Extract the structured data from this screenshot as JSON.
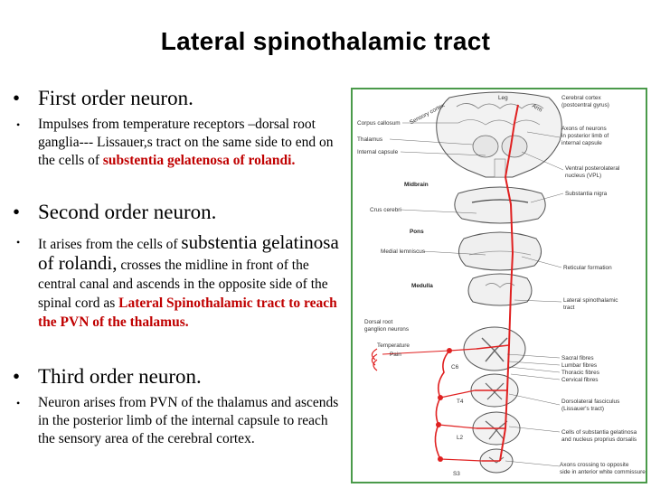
{
  "title": "Lateral spinothalamic tract",
  "sections": [
    {
      "heading": "First order neuron.",
      "body": {
        "text": "Impulses from temperature receptors –dorsal root ganglia--- Lissauer,s tract on the same side to end on the cells of ",
        "highlight": "substentia gelatenosa of rolandi."
      }
    },
    {
      "heading": "Second order neuron.",
      "body": {
        "prefix": "It arises from the cells of ",
        "emph1": "substentia gelatinosa of rolandi,",
        "middle": " crosses the midline in front of the central canal and ascends in the opposite side of the spinal cord as ",
        "highlight": "Lateral Spinothalamic tract to reach the PVN of the thalamus."
      }
    },
    {
      "heading": "Third order neuron.",
      "body": {
        "text": "Neuron arises from PVN of the thalamus and ascends in the posterior limb of the internal capsule to reach the sensory area of the cerebral cortex."
      }
    }
  ],
  "figure": {
    "labels": {
      "leg": "Leg",
      "cerebral_cortex": "Cerebral cortex",
      "postcentral": "(postcentral gyrus)",
      "sensory_cortex": "Sensory cortex",
      "arm": "Arm",
      "corpus_callosum": "Corpus callosum",
      "thalamus": "Thalamus",
      "internal_capsule": "Internal capsule",
      "axons_of_neurons": "Axons of neurons",
      "in_posterior_limb": "in posterior limb of",
      "internal_capsule2": "internal capsule",
      "ventral_posterolateral": "Ventral posterolateral",
      "nucleus_vpl": "nucleus (VPL)",
      "midbrain": "Midbrain",
      "substantia_nigra": "Substantia nigra",
      "crus_cerebri": "Crus cerebri",
      "pons": "Pons",
      "medial_lemniscus": "Medial lemniscus",
      "reticular_formation": "Reticular formation",
      "medulla": "Medulla",
      "lateral_spinothalamic": "Lateral spinothalamic",
      "tract": "tract",
      "dorsal_root": "Dorsal root",
      "ganglion_neurons": "ganglion neurons",
      "temperature": "Temperature",
      "pain": "Pain",
      "sacral_fibres": "Sacral fibres",
      "lumbar_fibres": "Lumbar fibres",
      "thoracic_fibres": "Thoracic fibres",
      "cervical_fibres": "Cervical fibres",
      "c6": "C6",
      "dorsolateral_fasciculus": "Dorsolateral fasciculus",
      "lissauers_tract": "(Lissauer's tract)",
      "t4": "T4",
      "cells_of_substantia": "Cells of substantia gelatinosa",
      "and_nucleus": "and nucleus proprius dorsalis",
      "l2": "L2",
      "axons_crossing": "Axons crossing to opposite",
      "side_in_anterior": "side in anterior white commissure",
      "s3": "S3"
    }
  }
}
